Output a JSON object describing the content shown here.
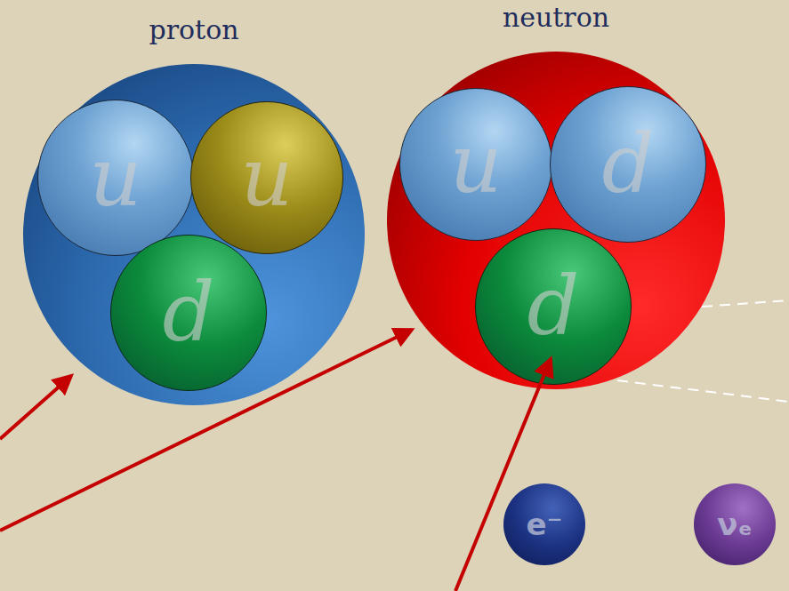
{
  "diagram": {
    "nodes": [
      {
        "text": [
          "proton"
        ]
      },
      {
        "text": [
          "u"
        ],
        "in": 0
      },
      {
        "text": [
          "u"
        ],
        "in": 0
      },
      {
        "text": [
          "d"
        ],
        "in": 0
      },
      {
        "text": [
          "neutron"
        ]
      },
      {
        "text": [
          "u"
        ],
        "in": 4
      },
      {
        "text": [
          "d"
        ],
        "in": 4
      },
      {
        "text": [
          "d"
        ],
        "in": 4
      },
      {
        "text": [
          "e⁻"
        ]
      },
      {
        "text": [
          "νₑ"
        ]
      }
    ]
  }
}
